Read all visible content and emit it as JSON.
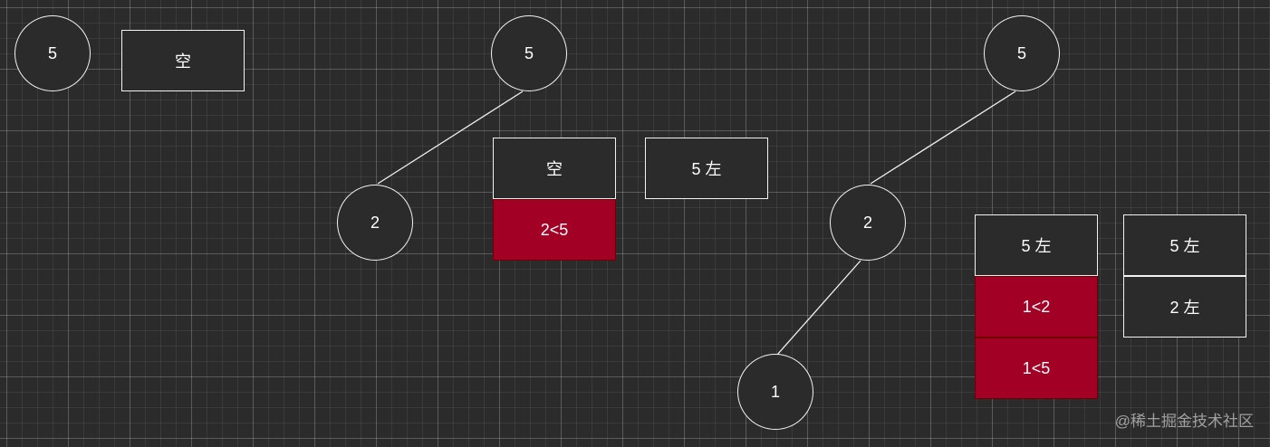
{
  "tree_panels": [
    {
      "nodes": [
        {
          "id": "p1-root",
          "label": "5"
        }
      ],
      "stack": [
        "空"
      ]
    },
    {
      "nodes": [
        {
          "id": "p2-root",
          "label": "5"
        },
        {
          "id": "p2-left",
          "label": "2"
        }
      ],
      "stack": [
        "空",
        "2<5"
      ],
      "visited": [
        "5 左"
      ]
    },
    {
      "nodes": [
        {
          "id": "p3-root",
          "label": "5"
        },
        {
          "id": "p3-left",
          "label": "2"
        },
        {
          "id": "p3-leftleft",
          "label": "1"
        }
      ],
      "stack": [
        "5 左",
        "1<2",
        "1<5"
      ],
      "visited": [
        "5 左",
        "2 左"
      ]
    }
  ],
  "colors": {
    "background": "#2b2b2b",
    "stroke": "#f2f2f2",
    "highlight": "#a20025"
  },
  "watermark": "@稀土掘金技术社区"
}
